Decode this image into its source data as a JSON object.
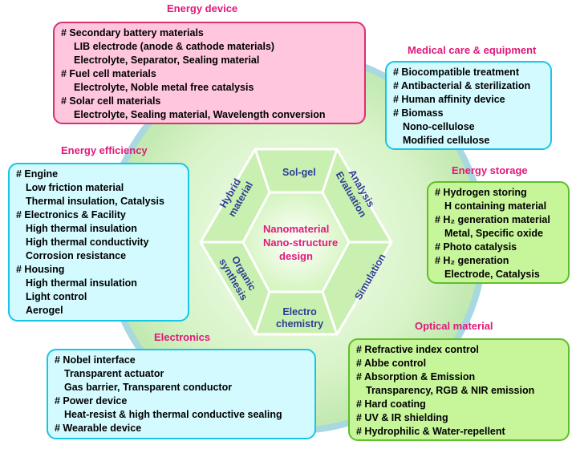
{
  "energy_device": {
    "title": "Energy device",
    "lines": [
      "# Secondary battery materials",
      "LIB electrode (anode & cathode materials)",
      "Electrolyte, Separator, Sealing material",
      "# Fuel cell materials",
      "Electrolyte, Noble metal free catalysis",
      "# Solar cell materials",
      "Electrolyte, Sealing material, Wavelength conversion"
    ]
  },
  "medical": {
    "title": "Medical care & equipment",
    "lines": [
      "# Biocompatible treatment",
      "# Antibacterial & sterilization",
      "# Human affinity device",
      "# Biomass",
      "Nono-cellulose",
      "Modified cellulose"
    ]
  },
  "energy_efficiency": {
    "title": "Energy efficiency",
    "lines": [
      "# Engine",
      "Low friction material",
      "Thermal insulation, Catalysis",
      "# Electronics & Facility",
      "High thermal insulation",
      "High thermal conductivity",
      "Corrosion resistance",
      "# Housing",
      "High thermal insulation",
      "Light control",
      "Aerogel"
    ]
  },
  "energy_storage": {
    "title": "Energy storage",
    "lines": [
      "# Hydrogen storing",
      "H containing material",
      "# H₂ generation material",
      "Metal, Specific oxide",
      "# Photo catalysis",
      "# H₂ generation",
      "Electrode, Catalysis"
    ]
  },
  "electronics": {
    "title": "Electronics",
    "lines": [
      "# Nobel interface",
      "Transparent actuator",
      "Gas barrier, Transparent conductor",
      "# Power device",
      "Heat-resist & high thermal conductive sealing",
      "# Wearable device"
    ]
  },
  "optical": {
    "title": "Optical material",
    "lines": [
      "# Refractive index control",
      "# Abbe control",
      "# Absorption & Emission",
      "Transparency, RGB & NIR emission",
      "# Hard coating",
      "# UV & IR shielding",
      "# Hydrophilic  & Water-repellent"
    ]
  },
  "hexagon": {
    "center_line1": "Nanomaterial",
    "center_line2": "Nano-structure",
    "center_line3": "design",
    "sol_gel": "Sol-gel",
    "analysis_line1": "Analysis",
    "analysis_line2": "Evaluation",
    "simulation": "Simulation",
    "electro_line1": "Electro",
    "electro_line2": "chemistry",
    "organic_line1": "Organic",
    "organic_line2": "synthesis",
    "hybrid_line1": "Hybrid",
    "hybrid_line2": "material"
  },
  "colors": {
    "title_magenta": "#e0197a",
    "hex_text": "#2c3d91",
    "pink_box": "#ffc6de",
    "cyan_box": "#d3fbff",
    "green_box": "#c6f59a"
  }
}
